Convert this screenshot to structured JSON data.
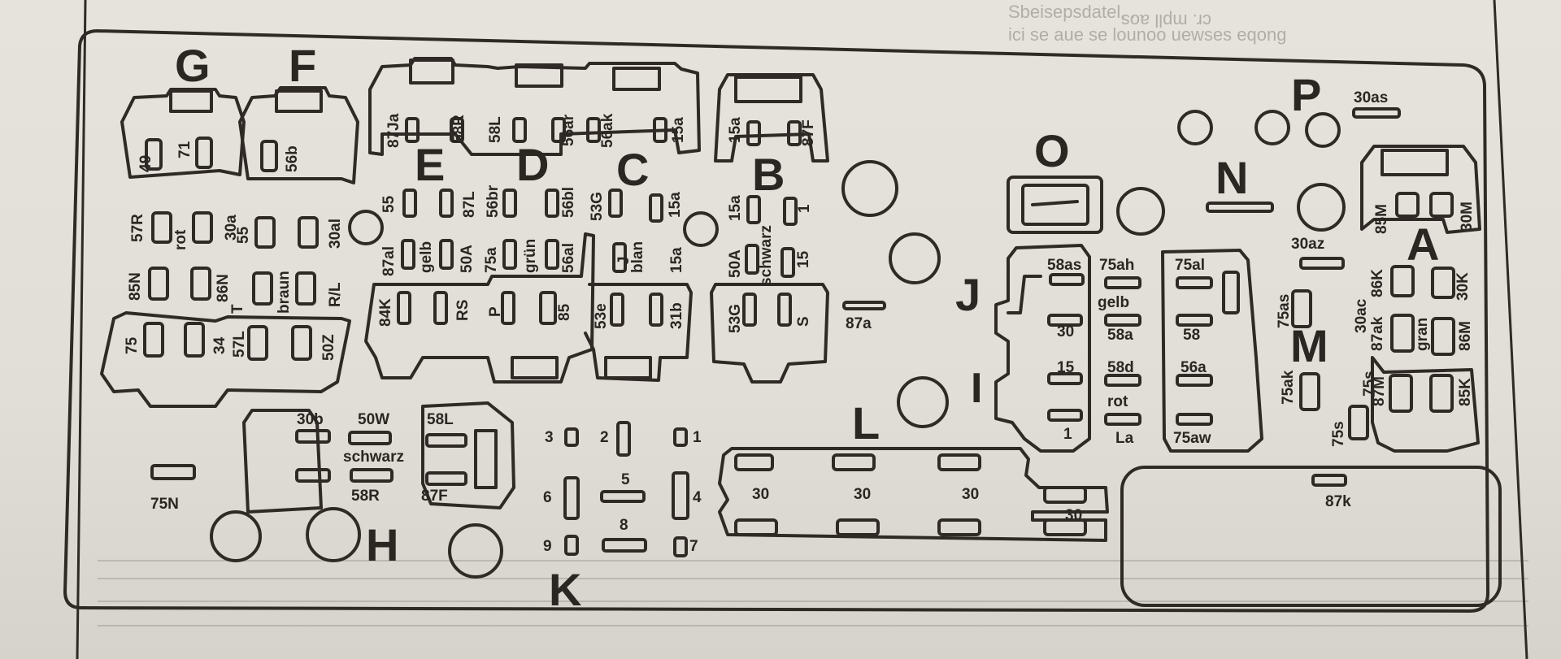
{
  "header_bleed": {
    "line1": "cr. mpll aos",
    "line2": "Sbeisepsdatel, ...",
    "line3": "ici se aue se lounoo uewses eqong"
  },
  "blocks": {
    "G": "G",
    "F": "F",
    "E": "E",
    "D": "D",
    "C": "C",
    "B": "B",
    "O": "O",
    "N": "N",
    "P": "P",
    "J": "J",
    "I": "I",
    "L": "L",
    "M": "M",
    "A": "A",
    "H": "H",
    "K": "K"
  },
  "labels": {
    "r49": "49",
    "r71": "71",
    "r56b": "56b",
    "r87Ja": "87Ja",
    "r58R": "58R",
    "r58L": "58L",
    "r56ar": "56ar",
    "r56ak": "56ak",
    "r15a_top": "15a",
    "r15a_b": "15a",
    "r87F_b": "87F",
    "r55": "55",
    "r87L": "87L",
    "r56br": "56br",
    "r56bl": "56bl",
    "r53G": "53G",
    "r15a_c": "15a",
    "r15a_b2": "15a",
    "r1_b": "1",
    "r87al": "87al",
    "r_gelb": "gelb",
    "r50A": "50A",
    "r75a": "75a",
    "r_grun": "grün",
    "r56al": "56al",
    "r_J": "J",
    "r_blan": "blan",
    "r15a_d": "15a",
    "r50A_b": "50A",
    "r_schwarz": "schwarz",
    "r15_b": "15",
    "r84K": "84K",
    "r_RS": "RS",
    "r_P": "P",
    "r85": "85",
    "r53e": "53e",
    "r31b": "31b",
    "r53G_b": "53G",
    "r_S": "S",
    "r87a": "87a",
    "r57R": "57R",
    "r_rot": "rot",
    "r30a": "30a",
    "r55_l": "55",
    "r30al": "30al",
    "r85N": "85N",
    "r86N": "86N",
    "r_T": "T",
    "r_braun": "braun",
    "r_RL": "R/L",
    "r75": "75",
    "r34": "34",
    "r57L": "57L",
    "r50Z": "50Z",
    "r30b": "30b",
    "r50W": "50W",
    "r58L_h": "58L",
    "r_schwarz_h": "schwarz",
    "r75N": "75N",
    "r58R_h": "58R",
    "r87F_h": "87F",
    "k3": "3",
    "k2": "2",
    "k1": "1",
    "k5": "5",
    "k6": "6",
    "k4": "4",
    "k8": "8",
    "k9": "9",
    "k7": "7",
    "l30_1": "30",
    "l30_2": "30",
    "l30_3": "30",
    "l30_4": "30",
    "j58as": "58as",
    "j75ah": "75ah",
    "j75al": "75al",
    "j_gelb": "gelb",
    "j30": "30",
    "j58a": "58a",
    "j58": "58",
    "j15": "15",
    "j58d": "58d",
    "j56a": "56a",
    "j_rot": "rot",
    "j1": "1",
    "j_La": "La",
    "j75aw": "75aw",
    "p30as": "30as",
    "p30az": "30az",
    "a85M": "85M",
    "a30M": "30M",
    "a86K": "86K",
    "a30K": "30K",
    "a75as": "75as",
    "a30ac": "30ac",
    "a87ak": "87ak",
    "a_gran": "gran",
    "a86M": "86M",
    "a75ak": "75ak",
    "a75s": "75s",
    "a87M": "87M",
    "a85K": "85K",
    "a_s": "75s",
    "r87k": "87k"
  }
}
